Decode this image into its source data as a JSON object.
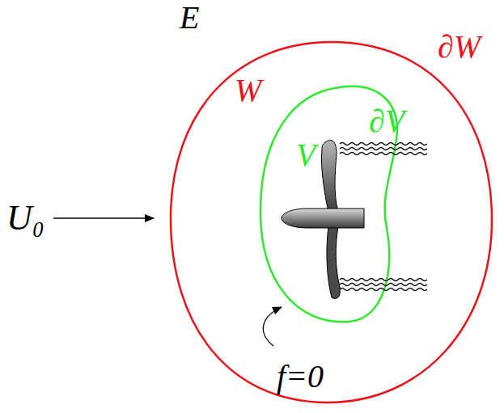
{
  "diagram": {
    "labels": [
      "E",
      "∂W",
      "W",
      "V",
      "∂V",
      "U₀",
      "f=0"
    ]
  }
}
